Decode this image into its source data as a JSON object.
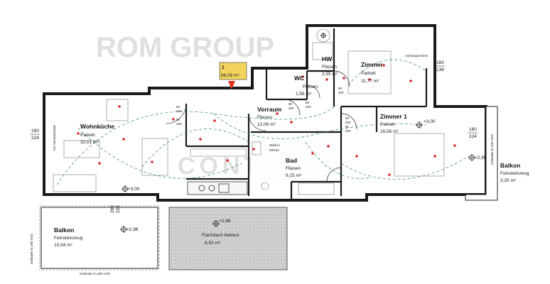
{
  "unit": {
    "number": "2",
    "area": "86,08 m²"
  },
  "rooms": {
    "wohnkueche": {
      "name": "Wohnküche",
      "floor": "Parkett",
      "area": "32,01 m²"
    },
    "vorraum": {
      "name": "Vorraum",
      "floor": "Fliesen",
      "area": "12,08 m²"
    },
    "hw": {
      "name": "HW",
      "floor": "Fliesen",
      "area": "2,55 m²"
    },
    "wc": {
      "name": "WC",
      "floor": "Fliesen",
      "area": "1,56 m²"
    },
    "zimmer_top": {
      "name": "Zimmer",
      "floor": "Parkett",
      "area": "11,77 m²"
    },
    "zimmer1": {
      "name": "Zimmer 1",
      "floor": "Parkett",
      "area": "16,56 m²"
    },
    "bad": {
      "name": "Bad",
      "floor": "Fliesen",
      "area": "9,15 m²"
    },
    "walkin": {
      "name": "Walk-in",
      "size": "80/160"
    },
    "balkon_left": {
      "name": "Balkon",
      "floor": "Feinsteinzeug",
      "area": "10,04 m²"
    },
    "balkon_right": {
      "name": "Balkon",
      "floor": "Feinsteinzeug",
      "area": "3,25 m²"
    },
    "flachdach": {
      "name": "Flachdach bekiest",
      "area": "8,93 m²"
    }
  },
  "levels": {
    "wohn": "+3,00",
    "zimmer1": "+3,00",
    "balkon_left": "+2,98",
    "balkon_right": "+2,98",
    "flachdach": "+2,98"
  },
  "dimensions": {
    "left_window_top": "160",
    "left_window_bottom": "224",
    "right_window_top": "160",
    "right_window_bottom": "136",
    "zimmer1_window_top": "180",
    "zimmer1_window_bottom": "224",
    "balcony_door_top": "298",
    "balcony_door_bottom": "224",
    "door_80": "80",
    "door_200": "200",
    "door_90": "90",
    "door_200b": "200",
    "door_80b": "80",
    "door_200c": "200",
    "door_80c": "80",
    "door_200d": "200",
    "door_90b": "90",
    "door_200e": "200",
    "door_80d": "80",
    "door_200f": "200",
    "door_80e": "80",
    "door_200g": "200"
  },
  "notes": {
    "gelaender_left": "Geländer h=100 VSG",
    "gelaender_bottom": "Geländer h=100 VSG",
    "gelaender_right": "Geländer h=100 VSG",
    "vorhang": "Vorhangschiene",
    "gk_vorsatz": "GK-Vorsatzschale",
    "watermark_top": "ROM GROUP",
    "watermark_mid": "CONTACT"
  },
  "colors": {
    "wall": "#1a1a1a",
    "electrical": "#d62828",
    "circuit": "#2e8b57",
    "label_box": "#f2d45c",
    "marker": "#e0301e",
    "roof_fill": "#cfcfcf"
  }
}
